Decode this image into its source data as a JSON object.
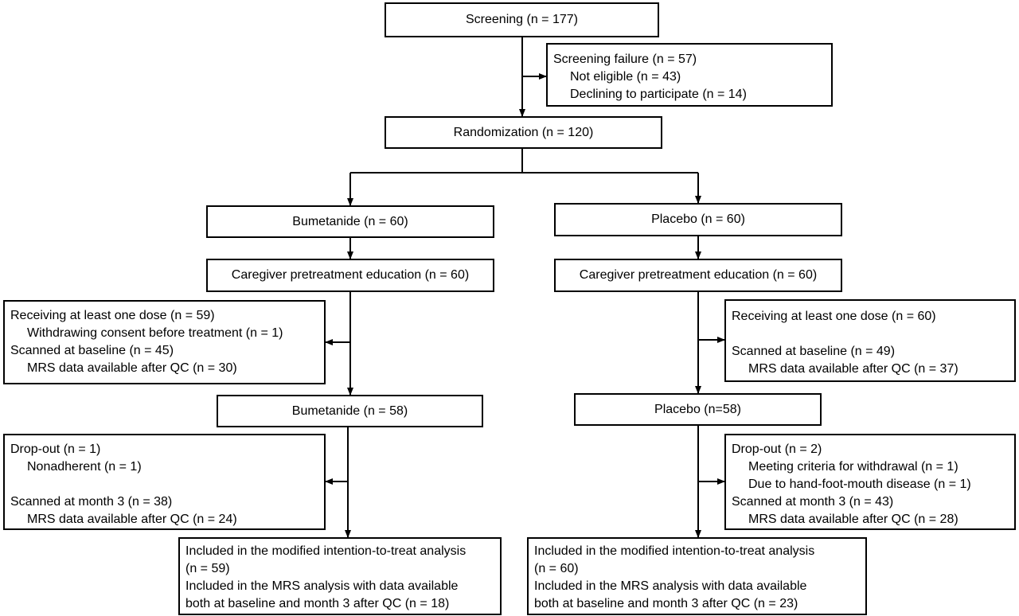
{
  "screening": "Screening (n = 177)",
  "screening_failure": {
    "title": "Screening failure (n = 57)",
    "items": [
      "Not eligible (n = 43)",
      "Declining to participate (n = 14)"
    ]
  },
  "randomization": "Randomization (n = 120)",
  "left": {
    "arm": "Bumetanide (n = 60)",
    "education": "Caregiver pretreatment education (n = 60)",
    "baseline": {
      "dose": "Receiving at least one dose (n = 59)",
      "withdraw": "Withdrawing consent before treatment (n = 1)",
      "scanned": "Scanned at baseline (n = 45)",
      "mrs": "MRS data available after QC (n = 30)"
    },
    "arm2": "Bumetanide (n = 58)",
    "month3": {
      "dropout": "Drop-out (n = 1)",
      "reason1": "Nonadherent (n = 1)",
      "scanned": "Scanned at month 3 (n = 38)",
      "mrs": "MRS data available after QC (n = 24)"
    },
    "analysis": {
      "l1": "Included in the modified intention-to-treat analysis",
      "l2": "(n = 59)",
      "l3": "Included in the MRS analysis with data available",
      "l4": "both at baseline and month 3 after QC (n = 18)"
    }
  },
  "right": {
    "arm": "Placebo (n = 60)",
    "education": "Caregiver pretreatment education (n = 60)",
    "baseline": {
      "dose": "Receiving at least one dose (n = 60)",
      "scanned": "Scanned at baseline (n = 49)",
      "mrs": "MRS data available after QC (n = 37)"
    },
    "arm2": "Placebo (n=58)",
    "month3": {
      "dropout": "Drop-out (n = 2)",
      "reason1": "Meeting criteria for withdrawal (n = 1)",
      "reason2": "Due to hand-foot-mouth disease (n = 1)",
      "scanned": "Scanned at month 3 (n = 43)",
      "mrs": "MRS data available after QC (n = 28)"
    },
    "analysis": {
      "l1": "Included in the modified intention-to-treat analysis",
      "l2": "(n = 60)",
      "l3": "Included in the MRS analysis with data available",
      "l4": "both at baseline and month 3 after QC (n = 23)"
    }
  }
}
